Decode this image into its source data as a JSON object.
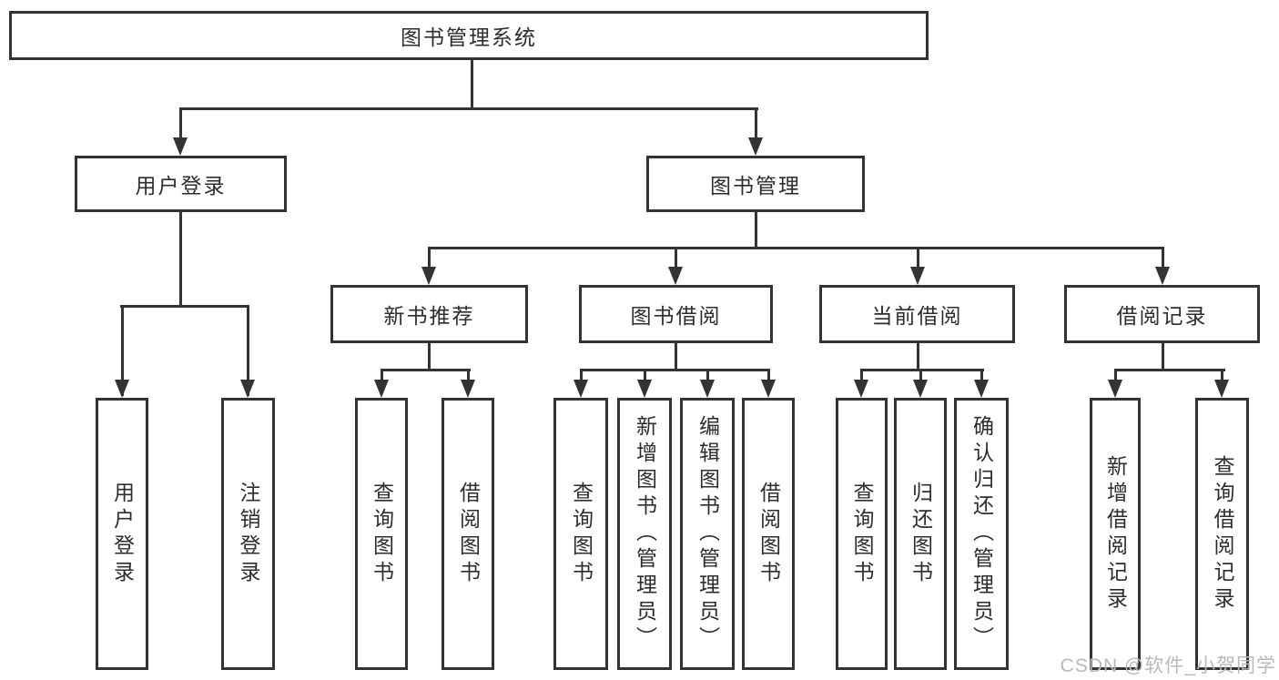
{
  "colors": {
    "line": "#333333",
    "text": "#2d2d2d",
    "watermark": "#b9b9b9",
    "background": "#ffffff"
  },
  "watermark": "CSDN @软件_小贺同学",
  "diagram_type": "hierarchy-tree",
  "tree": {
    "root": {
      "label": "图书管理系统",
      "children": [
        {
          "label": "用户登录",
          "children": [
            {
              "label": "用户登录"
            },
            {
              "label": "注销登录"
            }
          ]
        },
        {
          "label": "图书管理",
          "children": [
            {
              "label": "新书推荐",
              "children": [
                {
                  "label": "查询图书"
                },
                {
                  "label": "借阅图书"
                }
              ]
            },
            {
              "label": "图书借阅",
              "children": [
                {
                  "label": "查询图书"
                },
                {
                  "label": "新增图书（管理员）"
                },
                {
                  "label": "编辑图书（管理员）"
                },
                {
                  "label": "借阅图书"
                }
              ]
            },
            {
              "label": "当前借阅",
              "children": [
                {
                  "label": "查询图书"
                },
                {
                  "label": "归还图书"
                },
                {
                  "label": "确认归还（管理员）"
                }
              ]
            },
            {
              "label": "借阅记录",
              "children": [
                {
                  "label": "新增借阅记录"
                },
                {
                  "label": "查询借阅记录"
                }
              ]
            }
          ]
        }
      ]
    }
  }
}
